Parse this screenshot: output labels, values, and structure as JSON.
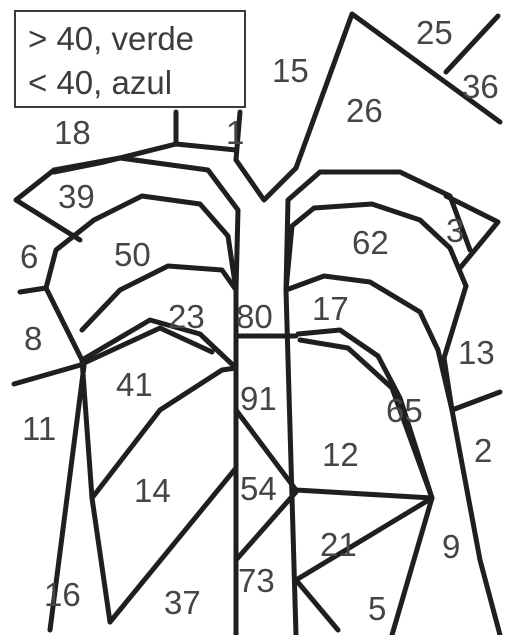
{
  "legend": {
    "line1": "> 40, verde",
    "line2": "< 40, azul"
  },
  "regions": [
    {
      "id": "r25",
      "label": "25"
    },
    {
      "id": "r36",
      "label": "36"
    },
    {
      "id": "r15",
      "label": "15"
    },
    {
      "id": "r26",
      "label": "26"
    },
    {
      "id": "r18",
      "label": "18"
    },
    {
      "id": "r1",
      "label": "1"
    },
    {
      "id": "r39",
      "label": "39"
    },
    {
      "id": "r6",
      "label": "6"
    },
    {
      "id": "r50",
      "label": "50"
    },
    {
      "id": "r62",
      "label": "62"
    },
    {
      "id": "r3",
      "label": "3"
    },
    {
      "id": "r8",
      "label": "8"
    },
    {
      "id": "r23",
      "label": "23"
    },
    {
      "id": "r80",
      "label": "80"
    },
    {
      "id": "r17",
      "label": "17"
    },
    {
      "id": "r13",
      "label": "13"
    },
    {
      "id": "r11",
      "label": "11"
    },
    {
      "id": "r41",
      "label": "41"
    },
    {
      "id": "r91",
      "label": "91"
    },
    {
      "id": "r65",
      "label": "65"
    },
    {
      "id": "r2",
      "label": "2"
    },
    {
      "id": "r12",
      "label": "12"
    },
    {
      "id": "r14",
      "label": "14"
    },
    {
      "id": "r54",
      "label": "54"
    },
    {
      "id": "r21",
      "label": "21"
    },
    {
      "id": "r9",
      "label": "9"
    },
    {
      "id": "r16",
      "label": "16"
    },
    {
      "id": "r37",
      "label": "37"
    },
    {
      "id": "r73",
      "label": "73"
    },
    {
      "id": "r5",
      "label": "5"
    }
  ]
}
